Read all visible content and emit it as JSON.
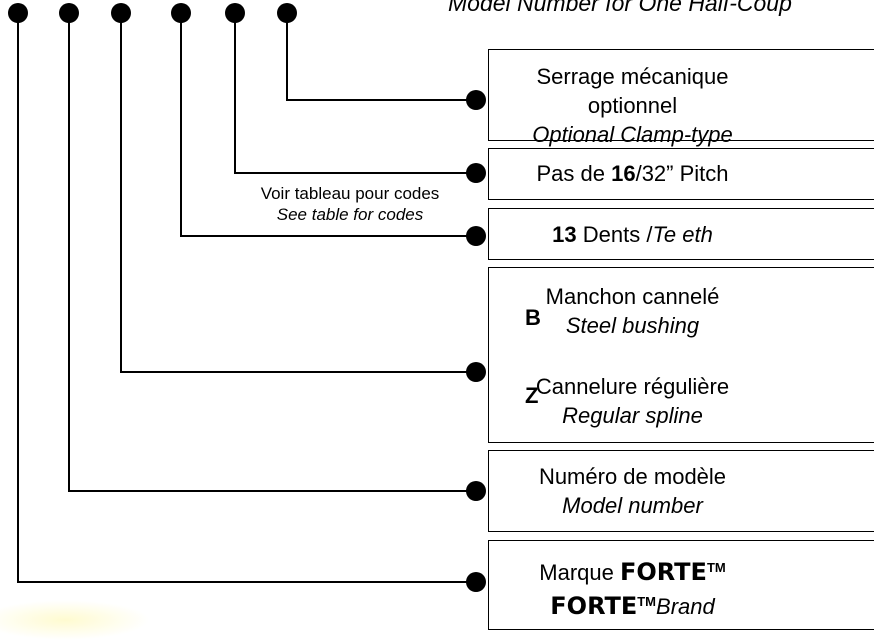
{
  "title": "Model Number for One Half-Coup",
  "note": {
    "fr": "Voir tableau pour codes",
    "en": "See table for codes"
  },
  "boxes": {
    "clamp": {
      "fr": "Serrage mécanique optionnel",
      "en": "Optional Clamp-type"
    },
    "pitch": {
      "pre": "Pas de ",
      "num": "16",
      "post": "/32” Pitch"
    },
    "teeth": {
      "num": "13",
      "fr": " Dents /",
      "en": "Te eth"
    },
    "bushing": {
      "b_letter": "B",
      "b_fr": "Manchon cannelé",
      "b_en": "Steel bushing",
      "z_letter": "Z",
      "z_fr": "Cannelure régulière",
      "z_en": "Regular spline"
    },
    "model": {
      "fr": "Numéro de modèle",
      "en": "Model number"
    },
    "brand": {
      "fr": "Marque ",
      "logo": "FORTE",
      "tm": "TM",
      "en": "Brand"
    }
  }
}
